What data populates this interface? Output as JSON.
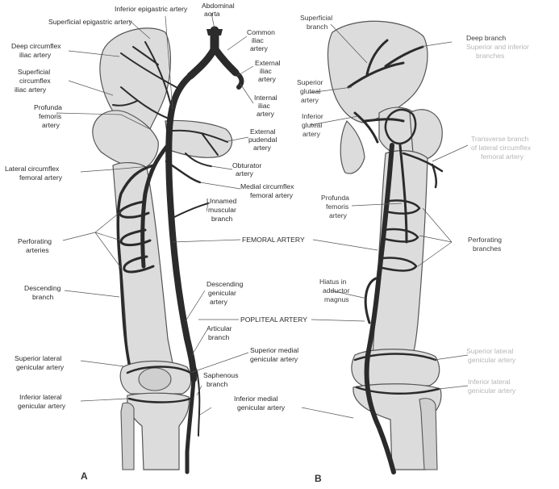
{
  "panel_a": {
    "caption": "A",
    "labels": {
      "inferior_epigastric": "Inferior epigastric artery",
      "superficial_epigastric": "Superficial epigastric artery",
      "abdominal_aorta_1": "Abdominal",
      "abdominal_aorta_2": "aorta",
      "deep_circumflex_iliac_1": "Deep circumflex",
      "deep_circumflex_iliac_2": "iliac artery",
      "common_iliac_1": "Common",
      "common_iliac_2": "iliac",
      "common_iliac_3": "artery",
      "external_iliac_1": "External",
      "external_iliac_2": "iliac",
      "external_iliac_3": "artery",
      "superficial_circumflex_1": "Superficial",
      "superficial_circumflex_2": "circumflex",
      "superficial_circumflex_3": "iliac artery",
      "internal_iliac_1": "Internal",
      "internal_iliac_2": "iliac",
      "internal_iliac_3": "artery",
      "profunda_1": "Profunda",
      "profunda_2": "femoris",
      "profunda_3": "artery",
      "external_pudendal_1": "External",
      "external_pudendal_2": "pudendal",
      "external_pudendal_3": "artery",
      "lateral_circumflex_1": "Lateral circumflex",
      "lateral_circumflex_2": "femoral artery",
      "obturator_1": "Obturator",
      "obturator_2": "artery",
      "medial_circumflex_1": "Medial circumflex",
      "medial_circumflex_2": "femoral artery",
      "unnamed_1": "Unnamed",
      "unnamed_2": "muscular",
      "unnamed_3": "branch",
      "perforating_1": "Perforating",
      "perforating_2": "arteries",
      "femoral_artery": "FEMORAL ARTERY",
      "descending_branch_1": "Descending",
      "descending_branch_2": "branch",
      "descending_genicular_1": "Descending",
      "descending_genicular_2": "genicular",
      "descending_genicular_3": "artery",
      "popliteal_artery": "POPLITEAL ARTERY",
      "articular_1": "Articular",
      "articular_2": "branch",
      "superior_lateral_1": "Superior lateral",
      "superior_lateral_2": "genicular artery",
      "superior_medial_1": "Superior medial",
      "superior_medial_2": "genicular artery",
      "saphenous_1": "Saphenous",
      "saphenous_2": "branch",
      "inferior_lateral_1": "Inferior lateral",
      "inferior_lateral_2": "genicular artery",
      "inferior_medial_1": "Inferior medial",
      "inferior_medial_2": "genicular artery"
    }
  },
  "panel_b": {
    "caption": "B",
    "labels": {
      "superficial_branch_1": "Superficial",
      "superficial_branch_2": "branch",
      "deep_branch": "Deep branch",
      "superior_branches_1": "Superior and inferior",
      "superior_branches_2": "branches",
      "superior_gluteal_1": "Superior",
      "superior_gluteal_2": "gluteal",
      "superior_gluteal_3": "artery",
      "inferior_gluteal_1": "Inferior",
      "inferior_gluteal_2": "gluteal",
      "inferior_gluteal_3": "artery",
      "transverse_1": "Transverse branch",
      "transverse_2": "of lateral circumflex",
      "transverse_3": "femoral artery",
      "profunda_1": "Profunda",
      "profunda_2": "femoris",
      "profunda_3": "artery",
      "perforating_1": "Perforating",
      "perforating_2": "branches",
      "hiatus_1": "Hiatus in",
      "hiatus_2": "adductor",
      "hiatus_3": "magnus",
      "superior_lateral_1": "Superior lateral",
      "superior_lateral_2": "genicular artery",
      "inferior_lateral_1": "Inferior lateral",
      "inferior_lateral_2": "genicular artery"
    }
  }
}
